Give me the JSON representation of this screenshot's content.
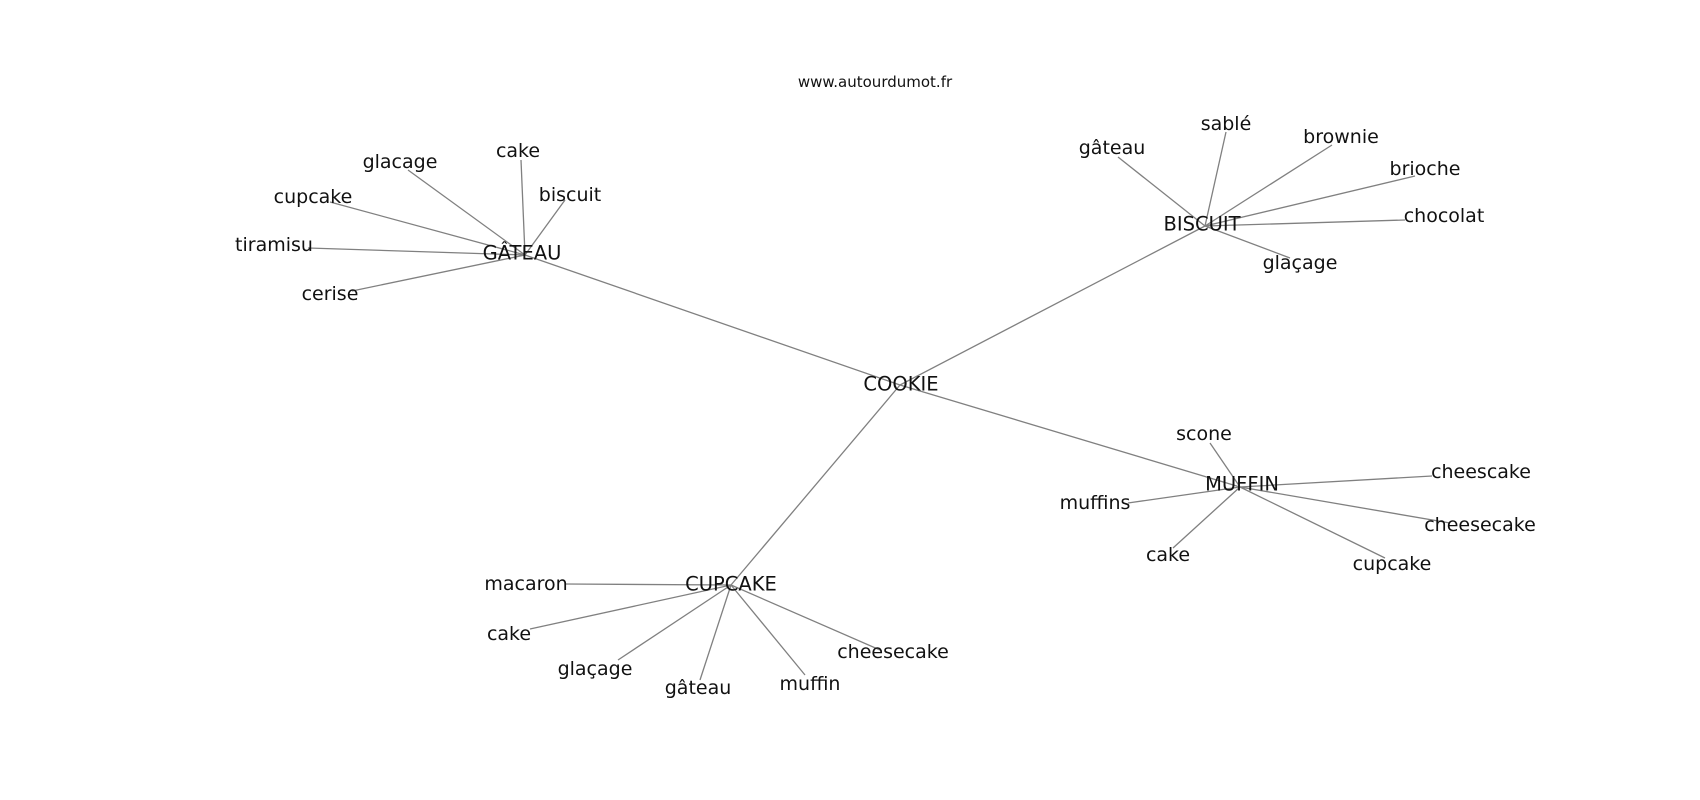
{
  "source": "www.autourdumot.fr",
  "graph": {
    "center": "COOKIE",
    "clusters": [
      {
        "id": "gateau",
        "hub": "GÂTEAU",
        "leaves": [
          {
            "id": "cake",
            "label": "cake"
          },
          {
            "id": "glacage",
            "label": "glacage"
          },
          {
            "id": "biscuit",
            "label": "biscuit"
          },
          {
            "id": "cupcake",
            "label": "cupcake"
          },
          {
            "id": "tiramisu",
            "label": "tiramisu"
          },
          {
            "id": "cerise",
            "label": "cerise"
          }
        ]
      },
      {
        "id": "biscuit",
        "hub": "BISCUIT",
        "leaves": [
          {
            "id": "sable",
            "label": "sablé"
          },
          {
            "id": "gateau",
            "label": "gâteau"
          },
          {
            "id": "brownie",
            "label": "brownie"
          },
          {
            "id": "brioche",
            "label": "brioche"
          },
          {
            "id": "chocolat",
            "label": "chocolat"
          },
          {
            "id": "glacage",
            "label": "glaçage"
          }
        ]
      },
      {
        "id": "muffin",
        "hub": "MUFFIN",
        "leaves": [
          {
            "id": "scone",
            "label": "scone"
          },
          {
            "id": "cheesecake-1",
            "label": "cheescake"
          },
          {
            "id": "muffins",
            "label": "muffins"
          },
          {
            "id": "cheesecake-2",
            "label": "cheesecake"
          },
          {
            "id": "cake",
            "label": "cake"
          },
          {
            "id": "cupcake",
            "label": "cupcake"
          }
        ]
      },
      {
        "id": "cupcake",
        "hub": "CUPCAKE",
        "leaves": [
          {
            "id": "macaron",
            "label": "macaron"
          },
          {
            "id": "cake",
            "label": "cake"
          },
          {
            "id": "cheesecake",
            "label": "cheesecake"
          },
          {
            "id": "glacage",
            "label": "glaçage"
          },
          {
            "id": "muffin",
            "label": "muffin"
          },
          {
            "id": "gateau",
            "label": "gâteau"
          }
        ]
      }
    ]
  }
}
